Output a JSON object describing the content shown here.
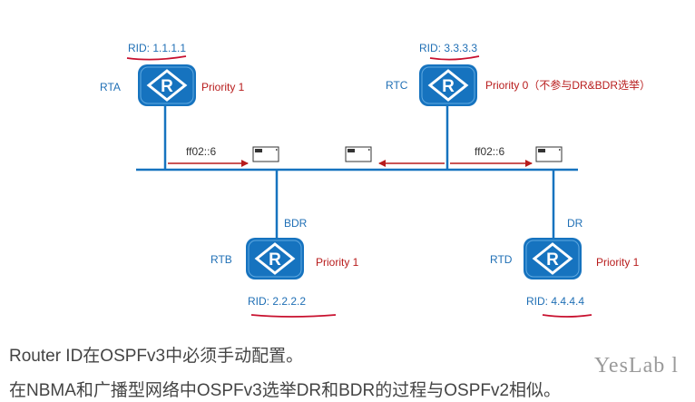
{
  "routers": [
    {
      "name": "RTA",
      "rid": "RID: 1.1.1.1",
      "priority": "Priority 1",
      "role": ""
    },
    {
      "name": "RTC",
      "rid": "RID: 3.3.3.3",
      "priority": "Priority 0（不参与DR&BDR选举）",
      "role": ""
    },
    {
      "name": "RTB",
      "rid": "RID: 2.2.2.2",
      "priority": "Priority 1",
      "role": "BDR"
    },
    {
      "name": "RTD",
      "rid": "RID: 4.4.4.4",
      "priority": "Priority 1",
      "role": "DR"
    }
  ],
  "icon": {
    "router": "router-icon",
    "packet": "envelope-icon"
  },
  "multicast": [
    "ff02::6",
    "ff02::6"
  ],
  "text": {
    "line1": "Router ID在OSPFv3中必须手动配置。",
    "line2": "在NBMA和广播型网络中OSPFv3选举DR和BDR的过程与OSPFv2相似。"
  },
  "watermark": "YesLab l",
  "colors": {
    "router_fill": "#1673bf",
    "link": "#1673bf",
    "arrow": "#b81c1c",
    "rid_label": "#1f6fb5",
    "priority_label": "#b81c1c"
  }
}
